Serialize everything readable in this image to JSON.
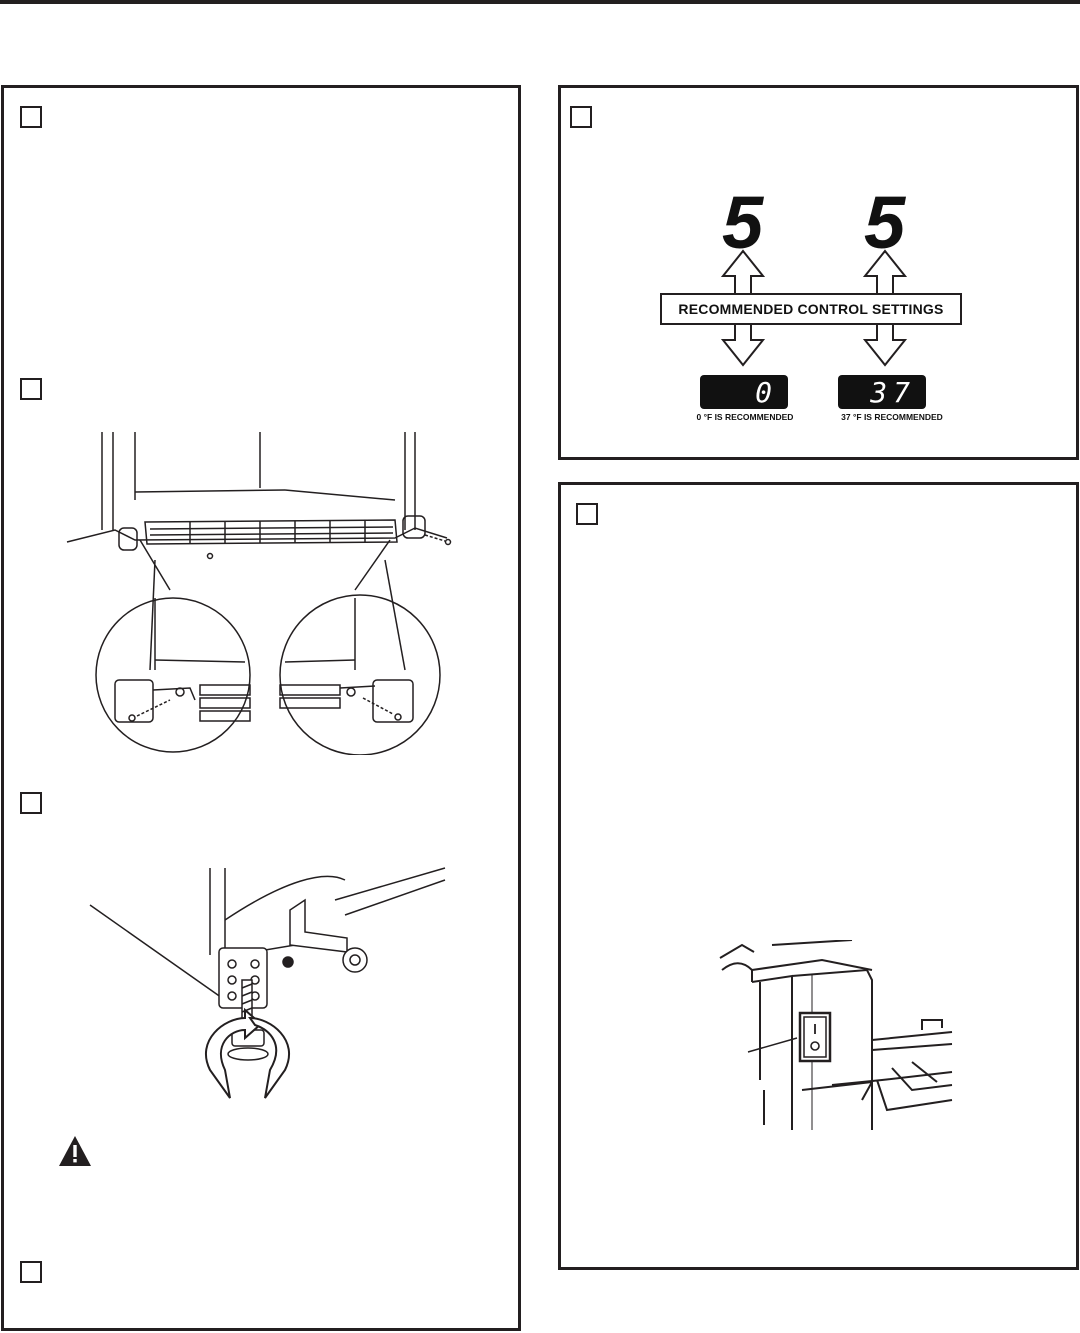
{
  "control_settings": {
    "freezer_setting": "5",
    "fridge_setting": "5",
    "banner_label": "RECOMMENDED CONTROL SETTINGS",
    "freezer_display": "0",
    "fridge_display": "37",
    "freezer_caption": "0 °F IS RECOMMENDED",
    "fridge_caption": "37 °F IS RECOMMENDED"
  },
  "icons": {
    "warning": "warning-triangle-icon",
    "rotate": "rotate-arrows-icon",
    "rocker_switch": "rocker-switch-icon"
  },
  "colors": {
    "ink": "#231f20",
    "display_bg": "#111111",
    "display_text": "#ffffff"
  },
  "switch_labels": {
    "on": "I",
    "off": "O"
  }
}
